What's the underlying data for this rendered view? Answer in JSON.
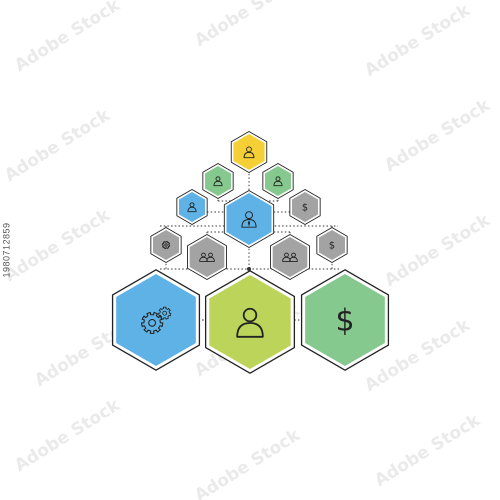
{
  "watermark": {
    "text": "Adobe Stock",
    "color": "#d6d6d6"
  },
  "side_id": "1980712859",
  "colors": {
    "blue": "#5eb2e6",
    "green": "#85c98f",
    "lime": "#bdd45a",
    "yellow": "#f4cf36",
    "gray": "#a3a3a3",
    "outline": "#222222",
    "connector": "#333333"
  },
  "hexagons": [
    {
      "id": "top-user",
      "icon": "user-icon",
      "color": "yellow"
    },
    {
      "id": "left-user-green",
      "icon": "user-icon",
      "color": "green"
    },
    {
      "id": "right-user-green",
      "icon": "user-icon",
      "color": "green"
    },
    {
      "id": "left-user-blue",
      "icon": "user-icon",
      "color": "blue"
    },
    {
      "id": "center-manager-blue",
      "icon": "manager-icon",
      "color": "blue"
    },
    {
      "id": "right-dollar-gray",
      "icon": "dollar-icon",
      "color": "gray"
    },
    {
      "id": "left-gear-gray",
      "icon": "gear-icon",
      "color": "gray"
    },
    {
      "id": "left-group-gray",
      "icon": "group-icon",
      "color": "gray"
    },
    {
      "id": "right-group-gray",
      "icon": "group-icon",
      "color": "gray"
    },
    {
      "id": "right-dollar-gray-small",
      "icon": "dollar-icon",
      "color": "gray"
    },
    {
      "id": "big-gears-blue",
      "icon": "gears-icon",
      "color": "blue"
    },
    {
      "id": "big-user-lime",
      "icon": "user-icon",
      "color": "lime"
    },
    {
      "id": "big-dollar-green",
      "icon": "dollar-icon",
      "color": "green"
    }
  ]
}
